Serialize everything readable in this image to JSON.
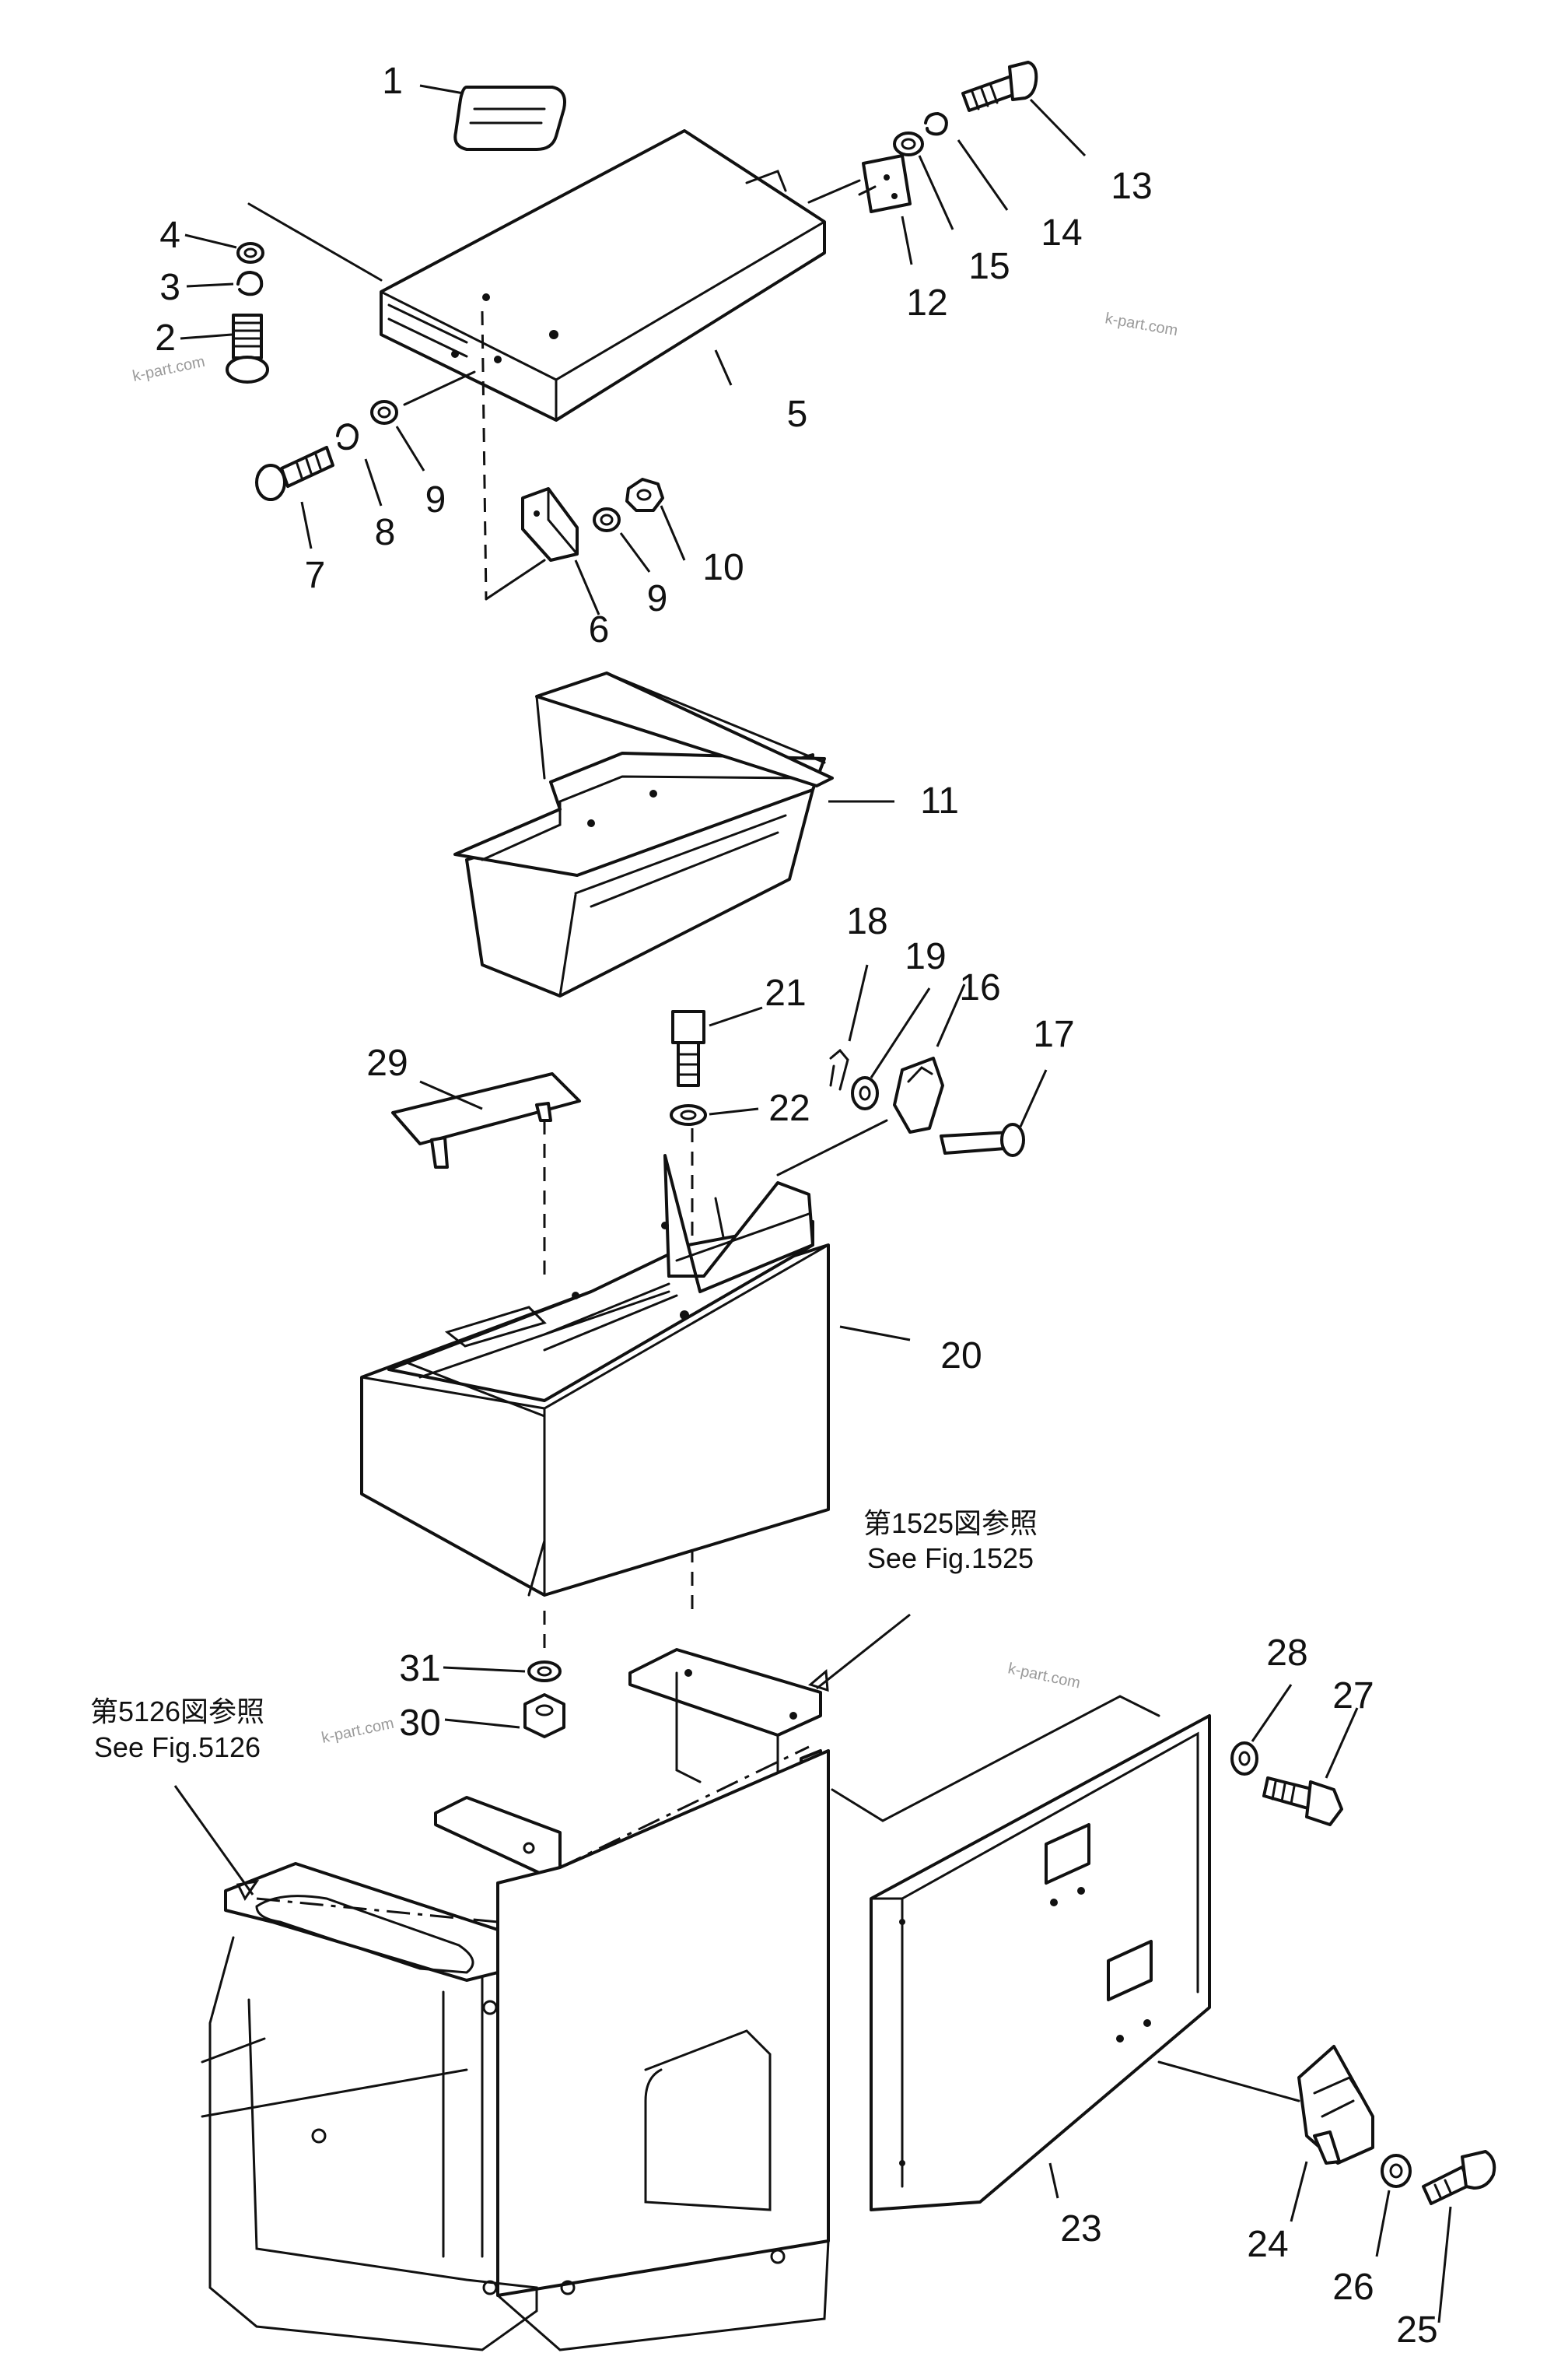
{
  "callouts": {
    "c1": "1",
    "c2": "2",
    "c3": "3",
    "c4": "4",
    "c5": "5",
    "c6": "6",
    "c7": "7",
    "c8": "8",
    "c9a": "9",
    "c9b": "9",
    "c10": "10",
    "c11": "11",
    "c12": "12",
    "c13": "13",
    "c14": "14",
    "c15": "15",
    "c16": "16",
    "c17": "17",
    "c18": "18",
    "c19": "19",
    "c20": "20",
    "c21": "21",
    "c22": "22",
    "c23": "23",
    "c24": "24",
    "c25": "25",
    "c26": "26",
    "c27": "27",
    "c28": "28",
    "c29": "29",
    "c30": "30",
    "c31": "31"
  },
  "references": {
    "fig1525_jp": "第1525図参照",
    "fig1525_en": "See Fig.1525",
    "fig5126_jp": "第5126図参照",
    "fig5126_en": "See Fig.5126"
  },
  "watermarks": [
    "k-part.com",
    "k-part.com",
    "k-part.com",
    "k-part.com"
  ]
}
